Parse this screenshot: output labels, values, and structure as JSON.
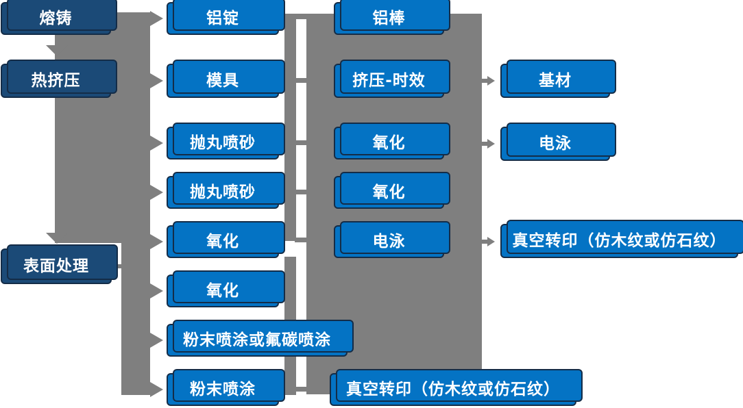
{
  "diagram": {
    "kind": "process-flowchart",
    "background": "#FFFFFF"
  },
  "colors": {
    "box_blue": "#0473C4",
    "box_dark_blue": "#1B4A77",
    "box_border": "#142C47",
    "connector_gray": "#7F7F7F",
    "text": "#FFFFFF"
  },
  "nodes": {
    "melt_casting": "熔铸",
    "hot_extrusion": "热挤压",
    "surface_treatment": "表面处理",
    "aluminum_ingot": "铝锭",
    "mold": "模具",
    "shot_blast_sand_1": "抛丸喷砂",
    "shot_blast_sand_2": "抛丸喷砂",
    "oxidation_a": "氧化",
    "oxidation_b": "氧化",
    "powder_or_fluorocarbon_spray": "粉末喷涂或氟碳喷涂",
    "powder_spray": "粉末喷涂",
    "aluminum_rod": "铝棒",
    "extrusion_aging": "挤压-时效",
    "oxidation_c": "氧化",
    "oxidation_d": "氧化",
    "electrophoresis_a": "电泳",
    "vacuum_transfer_bottom": "真空转印（仿木纹或仿石纹）",
    "substrate": "基材",
    "electrophoresis_b": "电泳",
    "vacuum_transfer_right": "真空转印（仿木纹或仿石纹）"
  },
  "flow": {
    "down_arrows_to": [
      "热挤压",
      "表面处理"
    ],
    "right_arrows_to": [
      "铝锭",
      "模具",
      "抛丸喷砂",
      "抛丸喷砂",
      "氧化",
      "氧化",
      "粉末喷涂或氟碳喷涂",
      "粉末喷涂",
      "基材",
      "电泳",
      "真空转印（仿木纹或仿石纹）"
    ]
  }
}
